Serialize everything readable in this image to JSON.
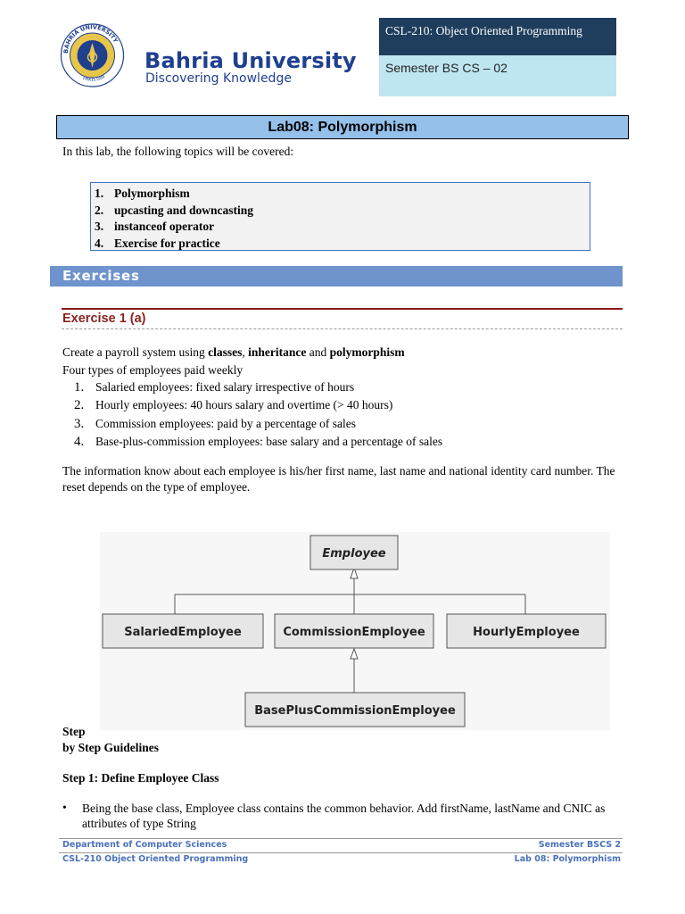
{
  "header": {
    "university": "Bahria University",
    "tagline": "Discovering Knowledge",
    "course": "CSL-210: Object Oriented Programming",
    "semester": "Semester BS CS – 02",
    "logo_text": "BAHRIA UNIVERSITY",
    "logo_bottom": "PAKISTAN"
  },
  "lab_title": "Lab08: Polymorphism",
  "intro": "In this lab, the following topics will be covered:",
  "topics": [
    {
      "n": "1.",
      "label": "Polymorphism"
    },
    {
      "n": "2.",
      "label": "upcasting and downcasting"
    },
    {
      "n": "3.",
      "label": "instanceof operator"
    },
    {
      "n": "4.",
      "label": "Exercise for practice"
    }
  ],
  "exercises_heading": "Exercises",
  "exercise1": {
    "title": "Exercise 1 (a)",
    "p1": {
      "a": "Create a payroll system using ",
      "b": "classes",
      "c": ", ",
      "d": "inheritance",
      "e": " and ",
      "f": "polymorphism"
    },
    "p2": "Four types of employees paid weekly",
    "items": [
      {
        "n": "1.",
        "text": "Salaried employees: fixed salary irrespective of hours"
      },
      {
        "n": "2.",
        "text": "Hourly employees:  40 hours salary and overtime (> 40 hours)"
      },
      {
        "n": "3.",
        "text": "Commission employees: paid by a percentage of sales"
      },
      {
        "n": "4.",
        "text": "Base-plus-commission employees: base salary and a percentage of sales"
      }
    ],
    "p3": "The information know about each employee is his/her first name, last name and national identity card number. The reset depends on the type of employee."
  },
  "diagram": {
    "root": "Employee",
    "salaried": "SalariedEmployee",
    "commission": "CommissionEmployee",
    "hourly": "HourlyEmployee",
    "base_plus": "BasePlusCommissionEmployee"
  },
  "guidelines": {
    "step_a": "Step",
    "step_b": "by Step Guidelines",
    "step1": "Step 1: Define Employee Class",
    "bullet": "•",
    "bullet_text": "Being the base class, Employee class contains the common behavior. Add firstName, lastName and CNIC  as attributes of type String"
  },
  "footer": {
    "dept": "Department of Computer Sciences",
    "sem": "Semester BSCS 2",
    "course": "CSL-210 Object Oriented Programming",
    "lab": "Lab 08: Polymorphism"
  },
  "colors": {
    "brand": "#1f3f8f",
    "course_box": "#1f3d5c",
    "semester_box": "#bfe6f0",
    "title_bar": "#94c0ea",
    "exercises_bar": "#6e93cd",
    "exercise_title": "#8b2323"
  }
}
